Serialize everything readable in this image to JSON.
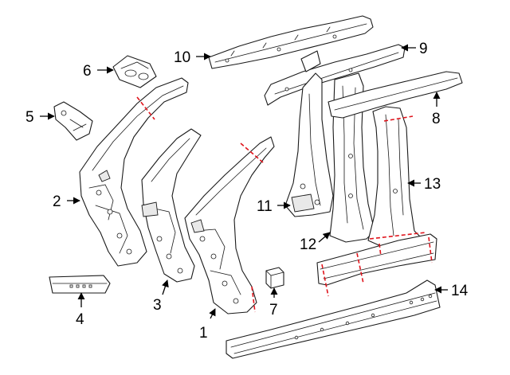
{
  "diagram": {
    "callouts": [
      {
        "id": "1",
        "text": "1"
      },
      {
        "id": "2",
        "text": "2"
      },
      {
        "id": "3",
        "text": "3"
      },
      {
        "id": "4",
        "text": "4"
      },
      {
        "id": "5",
        "text": "5"
      },
      {
        "id": "6",
        "text": "6"
      },
      {
        "id": "7",
        "text": "7"
      },
      {
        "id": "8",
        "text": "8"
      },
      {
        "id": "9",
        "text": "9"
      },
      {
        "id": "10",
        "text": "10"
      },
      {
        "id": "11",
        "text": "11"
      },
      {
        "id": "12",
        "text": "12"
      },
      {
        "id": "13",
        "text": "13"
      },
      {
        "id": "14",
        "text": "14"
      }
    ],
    "colors": {
      "line": "#1a1a1a",
      "cut_line": "#e0141c",
      "background": "#ffffff"
    }
  }
}
